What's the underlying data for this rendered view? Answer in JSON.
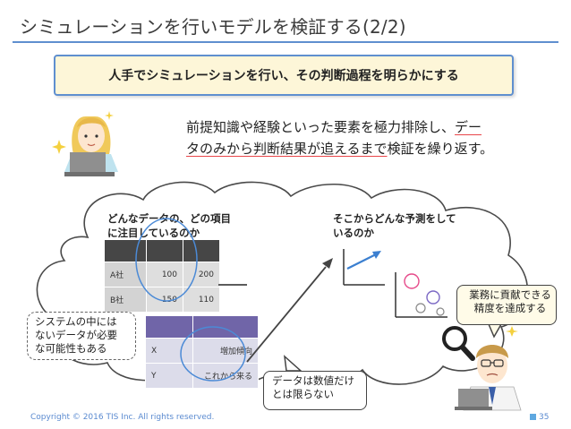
{
  "slide": {
    "title": "シミュレーションを行いモデルを検証する(2/2)",
    "subtitle": "人手でシミュレーションを行い、その判断過程を明らかにする",
    "lead_line1_a": "前提知識や経験といった要素を極力排除し、",
    "lead_line1_b": "デー",
    "lead_line2_a": "タのみから判断結果が追えるまで",
    "lead_line2_b": "検証を繰り返す。",
    "question_left_line1": "どんなデータの、どの項目",
    "question_left_line2": "に注目しているのか",
    "question_right_line1": "そこからどんな予測をして",
    "question_right_line2": "いるのか",
    "note_dashed_line1": "システムの中には",
    "note_dashed_line2": "ないデータが必要",
    "note_dashed_line3": "な可能性もある",
    "bubble_data_line1": "データは数値だけ",
    "bubble_data_line2": "とは限らない",
    "bubble_goal_line1": "業務に貢献できる",
    "bubble_goal_line2": "精度を達成する",
    "footer": "Copyright © 2016 TIS Inc. All rights reserved.",
    "page_number": "35"
  },
  "table1": {
    "rows": [
      {
        "name": "A社",
        "v1": "100",
        "v2": "200"
      },
      {
        "name": "B社",
        "v1": "150",
        "v2": "110"
      }
    ]
  },
  "table2": {
    "rows": [
      {
        "name": "X",
        "v": "増加傾向"
      },
      {
        "name": "Y",
        "v": "これから来る"
      }
    ]
  },
  "colors": {
    "accent_blue": "#5f8fcf",
    "subtitle_bg": "#fdf6d8",
    "underline_red": "#e8464a",
    "table1_header": "#464646",
    "table2_header": "#7065a8"
  }
}
